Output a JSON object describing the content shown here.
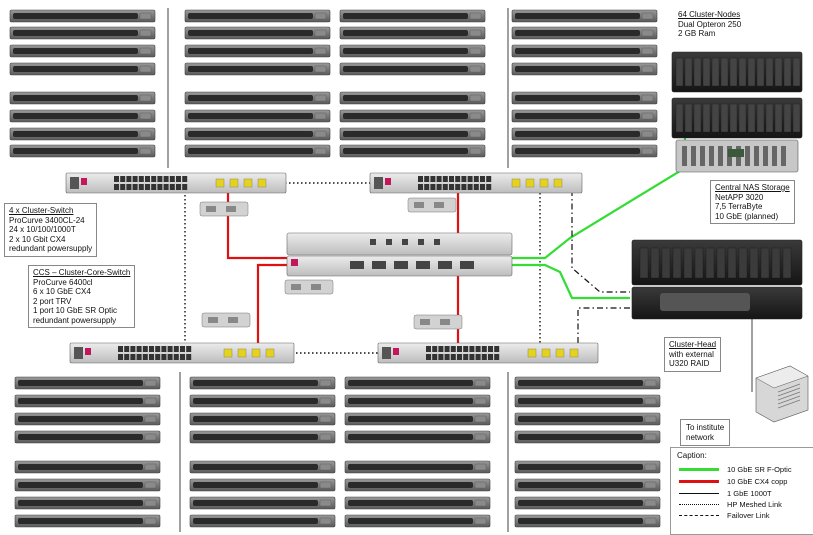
{
  "colors": {
    "fiber": "#33dd33",
    "copper": "#dd1111",
    "ethernet": "#111111",
    "meshed": "#111111",
    "failover": "#111111",
    "server_body": "#6d6d6d",
    "server_bezel": "#2a2a2a",
    "switch_body": "#d6d6d6",
    "port_amber": "#e6d21a"
  },
  "labels": {
    "nodes": {
      "title": "64 Cluster-Nodes",
      "lines": [
        "Dual Opteron 250",
        "2 GB Ram"
      ]
    },
    "switch": {
      "title": "4 x Cluster-Switch",
      "lines": [
        "ProCurve 3400CL-24",
        "24 x 10/100/1000T",
        "2 x 10 Gbit CX4",
        "redundant powersupply"
      ]
    },
    "core": {
      "title": "CCS – Cluster-Core-Switch",
      "lines": [
        "ProCurve 6400cl",
        "6 x 10 GbE CX4",
        "2 port TRV",
        "1 port 10 GbE SR Optic",
        "redundant powersupply"
      ]
    },
    "nas": {
      "title": "Central NAS Storage",
      "lines": [
        "NetAPP 3020",
        "7,5 TerraByte",
        "10 GbE (planned)"
      ]
    },
    "head": {
      "title": "Cluster-Head",
      "lines": [
        "with external",
        "U320 RAID"
      ]
    },
    "institute": {
      "lines": [
        "To institute",
        "network"
      ]
    }
  },
  "caption": {
    "title": "Caption:",
    "items": [
      {
        "style": "fiber",
        "label": "10 GbE SR F-Optic"
      },
      {
        "style": "copper",
        "label": "10 GbE CX4 copp"
      },
      {
        "style": "ethernet",
        "label": "1 GbE 1000T"
      },
      {
        "style": "meshed",
        "label": "HP Meshed Link"
      },
      {
        "style": "failover",
        "label": "Failover Link"
      }
    ]
  }
}
